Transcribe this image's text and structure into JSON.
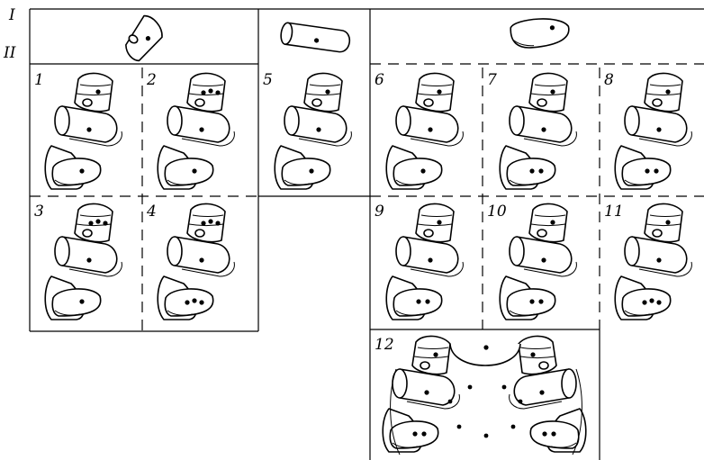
{
  "rows": {
    "row_I": "I",
    "row_II": "II"
  },
  "panels": [
    {
      "id": "p1",
      "label": "1",
      "top_dots": 1,
      "mid_dots": 1,
      "bot_dots": 1
    },
    {
      "id": "p2",
      "label": "2",
      "top_dots": 3,
      "mid_dots": 1,
      "bot_dots": 1
    },
    {
      "id": "p3",
      "label": "3",
      "top_dots": 3,
      "mid_dots": 1,
      "bot_dots": 1
    },
    {
      "id": "p4",
      "label": "4",
      "top_dots": 3,
      "mid_dots": 1,
      "bot_dots": 3
    },
    {
      "id": "p5",
      "label": "5",
      "top_dots": 1,
      "mid_dots": 1,
      "bot_dots": 1
    },
    {
      "id": "p6",
      "label": "6",
      "top_dots": 1,
      "mid_dots": 1,
      "bot_dots": 1
    },
    {
      "id": "p7",
      "label": "7",
      "top_dots": 1,
      "mid_dots": 1,
      "bot_dots": 2
    },
    {
      "id": "p8",
      "label": "8",
      "top_dots": 1,
      "mid_dots": 1,
      "bot_dots": 2
    },
    {
      "id": "p9",
      "label": "9",
      "top_dots": 1,
      "mid_dots": 1,
      "bot_dots": 2
    },
    {
      "id": "p10",
      "label": "10",
      "top_dots": 1,
      "mid_dots": 1,
      "bot_dots": 2
    },
    {
      "id": "p11",
      "label": "11",
      "top_dots": 1,
      "mid_dots": 1,
      "bot_dots": 3
    },
    {
      "id": "p12",
      "label": "12",
      "top_dots": 1,
      "mid_dots": 1,
      "bot_dots": 2
    }
  ]
}
